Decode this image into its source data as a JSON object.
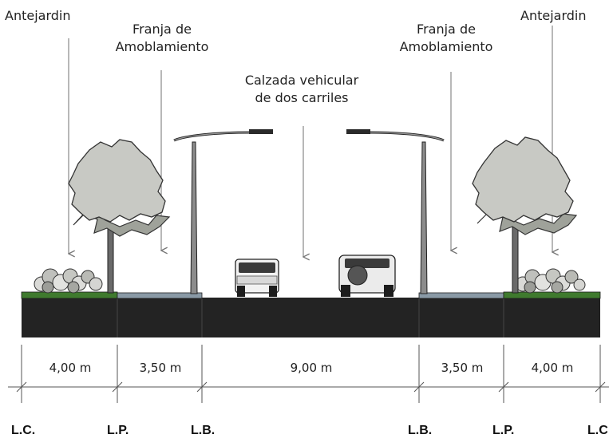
{
  "callouts": {
    "antejardin_left": "Antejardin",
    "franja_left_1": "Franja de",
    "franja_left_2": "Amoblamiento",
    "calzada_1": "Calzada vehicular",
    "calzada_2": "de dos carriles",
    "franja_right_1": "Franja de",
    "franja_right_2": "Amoblamiento",
    "antejardin_right": "Antejardin"
  },
  "dimensions": {
    "antejardin_left": "4,00 m",
    "franja_left": "3,50 m",
    "calzada": "9,00 m",
    "franja_right": "3,50 m",
    "antejardin_right": "4,00 m"
  },
  "limits": {
    "lc_left": "L.C.",
    "lp_left": "L.P.",
    "lb_left": "L.B.",
    "lb_right": "L.B.",
    "lp_right": "L.P.",
    "lc_right": "L.C"
  },
  "colors": {
    "ground": "#232323",
    "grass": "#3f7a2e",
    "sidewalk": "#8a9aa6",
    "tree_canopy": "#c8c9c4",
    "tree_shadow": "#9fa29a",
    "pole": "#8c8c8c"
  }
}
